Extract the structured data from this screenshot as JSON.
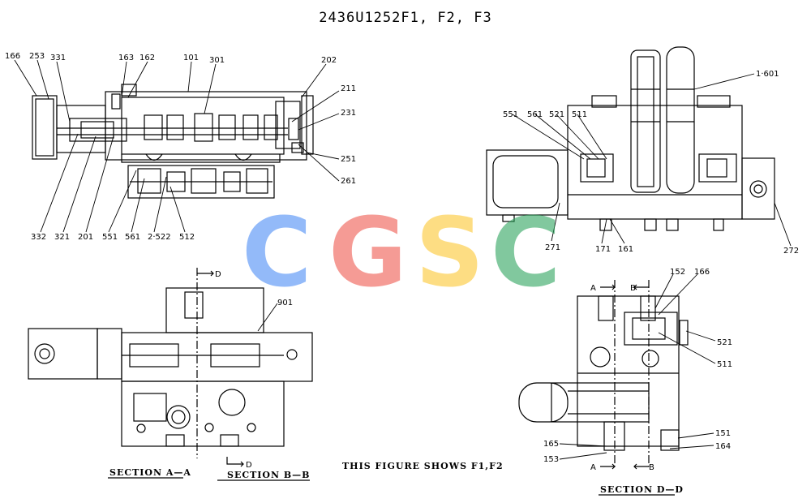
{
  "title": "2436U1252F1, F2, F3",
  "watermark": {
    "letters": [
      "C",
      "G",
      "S",
      "C"
    ],
    "colors": [
      "#4c8df6",
      "#ef5a4f",
      "#fdc832",
      "#2ea55e"
    ]
  },
  "caption": "THIS FIGURE SHOWS  F1,F2",
  "sections": {
    "aa": "SECTION A—A",
    "bb": "SECTION B—B",
    "dd": "SECTION D—D"
  },
  "markers": {
    "d_top": "D",
    "d_bottom": "D",
    "a_top": "A",
    "b_top": "B",
    "a_bottom": "A",
    "b_bottom": "B"
  },
  "labels": {
    "l166": "166",
    "l253": "253",
    "l331": "331",
    "l163": "163",
    "l162": "162",
    "l101": "101",
    "l301": "301",
    "l202": "202",
    "l211": "211",
    "l231": "231",
    "l251": "251",
    "l261": "261",
    "l332": "332",
    "l321": "321",
    "l201": "201",
    "l551": "551",
    "l561": "561",
    "l2522": "2·522",
    "l512": "512",
    "r1601": "1·601",
    "r551": "551",
    "r561": "561",
    "r521": "521",
    "r511": "511",
    "r271": "271",
    "r171": "171",
    "r161": "161",
    "r272": "272",
    "l901": "901",
    "d152": "152",
    "d166": "166",
    "d521": "521",
    "d511": "511",
    "d151": "151",
    "d165": "165",
    "d164": "164",
    "d153": "153"
  }
}
